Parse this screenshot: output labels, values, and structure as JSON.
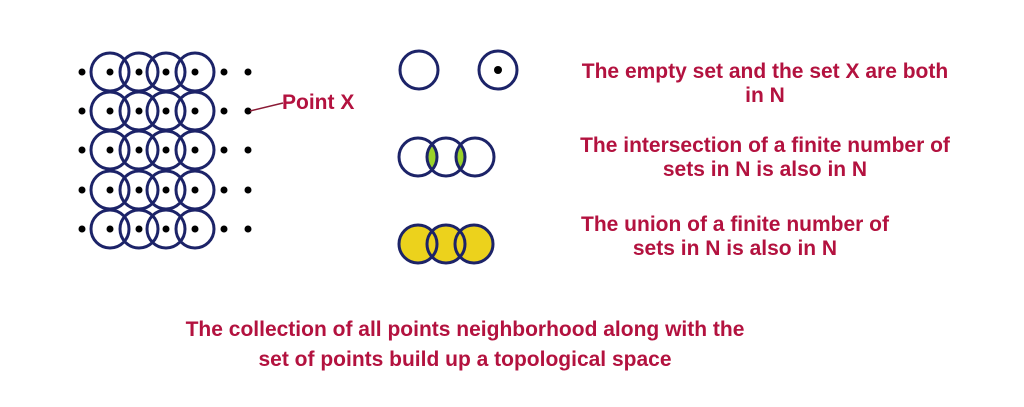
{
  "colors": {
    "circle": "#1c2368",
    "text": "#b3123f",
    "fill": "#ecd21c",
    "overlap": "#9bd22a",
    "dot": "#000000"
  },
  "point_label": "Point X",
  "statements": [
    {
      "line1": "The empty set and the set X are both",
      "line2": "in N"
    },
    {
      "line1": "The intersection of a finite number of",
      "line2": "sets in N is also in N"
    },
    {
      "line1": "The union of a finite number of",
      "line2": "sets in N is also in N"
    }
  ],
  "caption": {
    "line1": "The collection of all points neighborhood along with the",
    "line2": "set of points build up a topological space"
  }
}
